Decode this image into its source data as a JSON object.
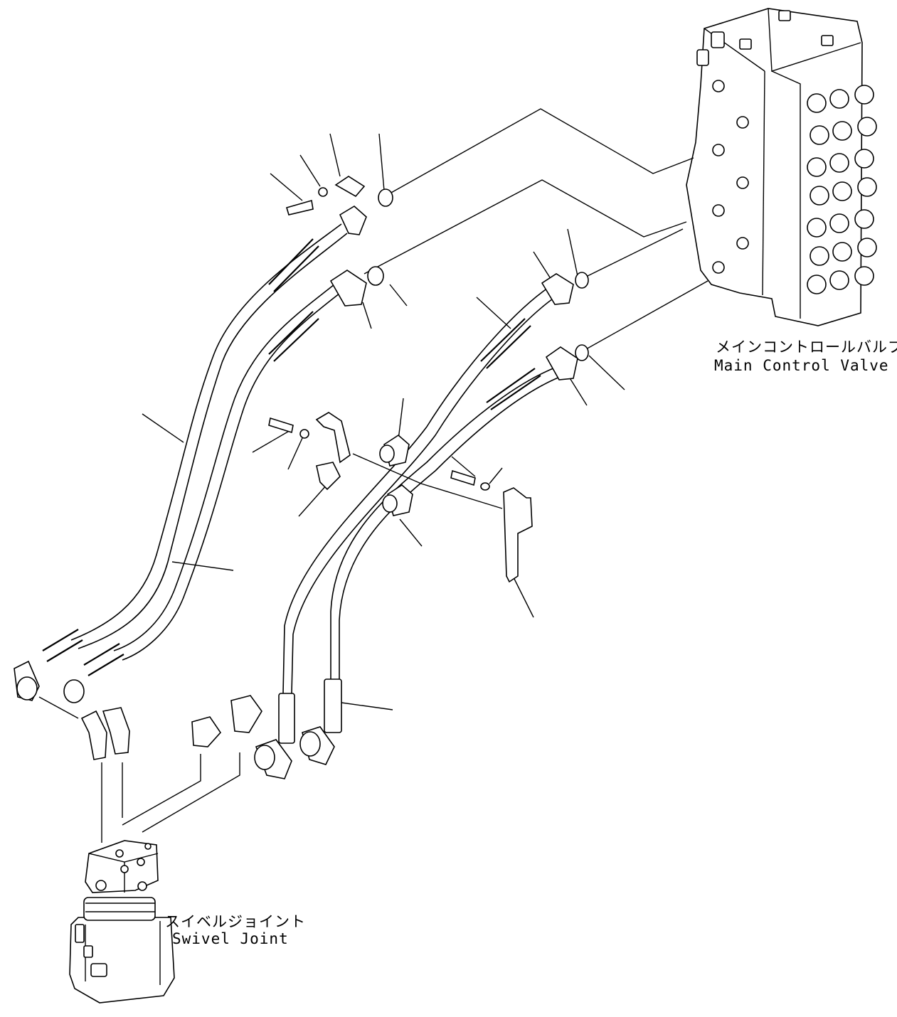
{
  "labels": {
    "main_control_valve_ja": "メインコントロールバルブ",
    "main_control_valve_en": "Main Control Valve",
    "swivel_joint_ja": "スイベルジョイント",
    "swivel_joint_en": "Swivel Joint"
  },
  "colors": {
    "line": "#000000",
    "background": "#ffffff"
  }
}
